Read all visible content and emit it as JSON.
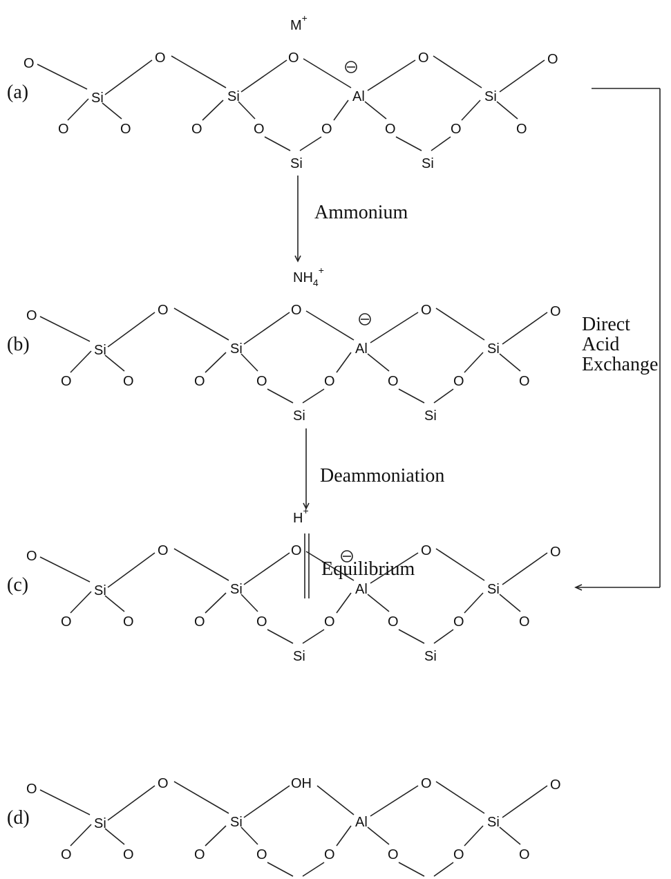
{
  "diagram": {
    "panels": [
      {
        "id": "a",
        "label": "(a)",
        "cation": "M",
        "cation_sup": "+",
        "charge": "minus",
        "bridge_oxygen": "O",
        "atoms": {
          "si": "Si",
          "al": "Al",
          "o": "O"
        }
      },
      {
        "id": "b",
        "label": "(b)",
        "cation": "NH",
        "cation_sub": "4",
        "cation_sup": "+",
        "charge": "minus",
        "bridge_oxygen": "O",
        "atoms": {
          "si": "Si",
          "al": "Al",
          "o": "O"
        }
      },
      {
        "id": "c",
        "label": "(c)",
        "cation": "H",
        "cation_sup": "+",
        "charge": "minus",
        "bridge_oxygen": "O",
        "atoms": {
          "si": "Si",
          "al": "Al",
          "o": "O"
        }
      },
      {
        "id": "d",
        "label": "(d)",
        "cation": "",
        "cation_sup": "",
        "charge": "none",
        "bridge_oxygen": "OH",
        "atoms": {
          "si": "Si",
          "al": "Al",
          "o": "O"
        }
      }
    ],
    "steps": [
      {
        "label": "Ammonium",
        "type": "single-arrow"
      },
      {
        "label": "Deammoniation",
        "type": "single-arrow"
      },
      {
        "label": "Equilibrium",
        "type": "double-line"
      }
    ],
    "bypass": {
      "lines": [
        "Direct",
        "Acid",
        "Exchange"
      ]
    }
  }
}
